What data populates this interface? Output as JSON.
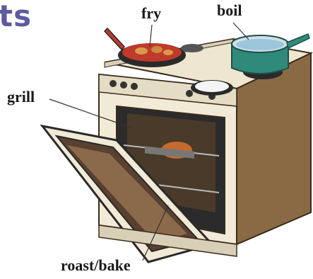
{
  "heading": {
    "title_fragment": "ts"
  },
  "labels": {
    "fry": "fry",
    "boil": "boil",
    "grill": "grill",
    "roast_bake": "roast/bake"
  },
  "colors": {
    "title": "#5d5aa0",
    "stove_body": "#f1ead6",
    "stove_side": "#8a6a45",
    "pot": "#2f8a7c",
    "pan": "#c0392b",
    "oven_interior": "#2b2b2b"
  }
}
